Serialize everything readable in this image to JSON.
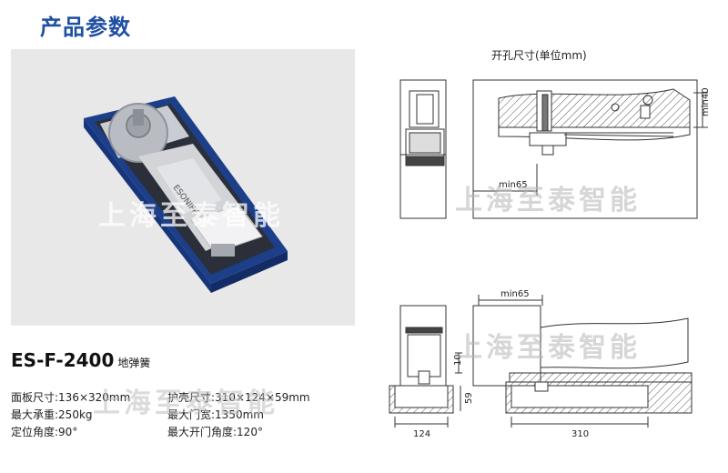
{
  "header": {
    "title": "产品参数"
  },
  "watermark": "上海至泰智能",
  "product": {
    "model": "ES-F-2400",
    "type": "地弹簧"
  },
  "specs": [
    {
      "label": "面板尺寸:",
      "value": "136×320mm"
    },
    {
      "label": "护壳尺寸:",
      "value": "310×124×59mm"
    },
    {
      "label": "最大承重:",
      "value": "250kg"
    },
    {
      "label": "最大门宽:",
      "value": "1350mm"
    },
    {
      "label": "定位角度:",
      "value": "90°"
    },
    {
      "label": "最大开门角度:",
      "value": "120°"
    }
  ],
  "drawing": {
    "title": "开孔尺寸(单位mm)",
    "top_dim_min65": "min65",
    "top_dim_min40": "min40",
    "bottom_dim_min65": "min65",
    "dim_10": "10",
    "dim_59": "59",
    "dim_124": "124",
    "dim_310": "310"
  },
  "product_label": "ESONIFE"
}
